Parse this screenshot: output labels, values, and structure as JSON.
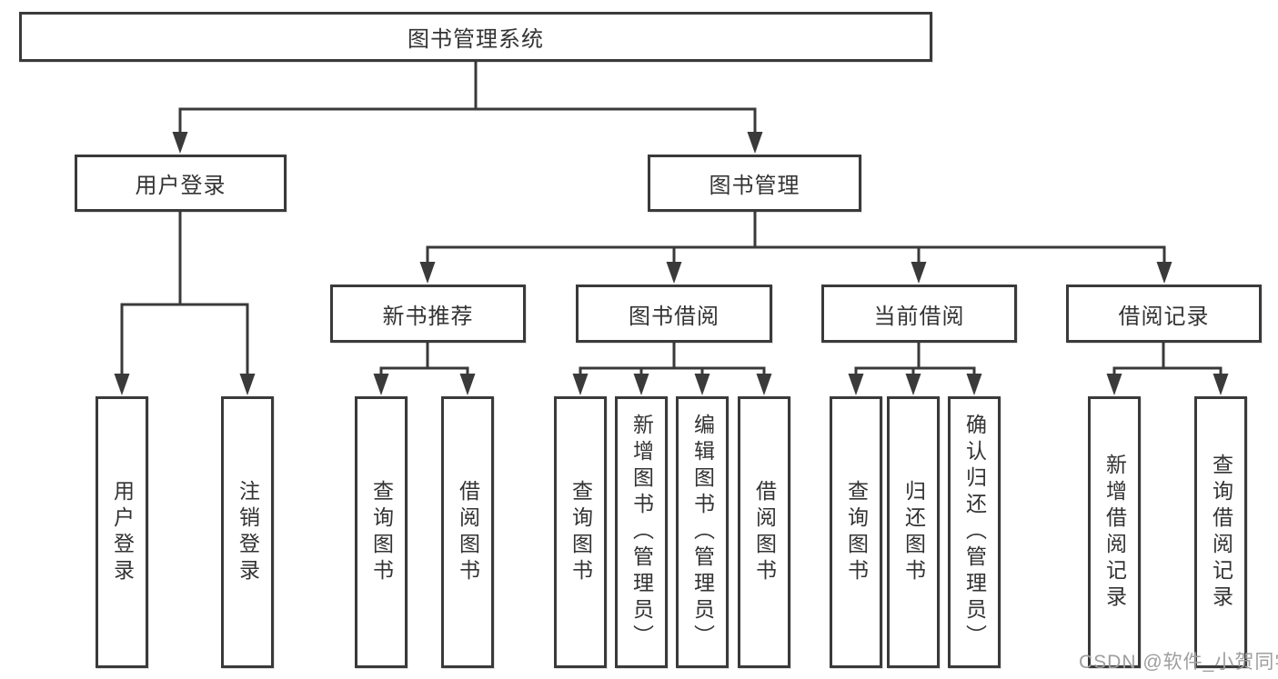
{
  "diagram": {
    "title": "图书管理系统",
    "colors": {
      "line": "#3a3a3a",
      "box_border": "#3a3a3a",
      "text": "#333333",
      "background": "#ffffff",
      "watermark": "#9e9e9e"
    },
    "root": {
      "label": "图书管理系统"
    },
    "branches": [
      {
        "label": "用户登录",
        "children": [
          "用户登录",
          "注销登录"
        ]
      },
      {
        "label": "图书管理",
        "sections": [
          {
            "label": "新书推荐",
            "children": [
              "查询图书",
              "借阅图书"
            ]
          },
          {
            "label": "图书借阅",
            "children": [
              "查询图书",
              "新增图书（管理员）",
              "编辑图书（管理员）",
              "借阅图书"
            ]
          },
          {
            "label": "当前借阅",
            "children": [
              "查询图书",
              "归还图书",
              "确认归还（管理员）"
            ]
          },
          {
            "label": "借阅记录",
            "children": [
              "新增借阅记录",
              "查询借阅记录"
            ]
          }
        ]
      }
    ],
    "watermark": "CSDN @软件_小贺同学"
  }
}
